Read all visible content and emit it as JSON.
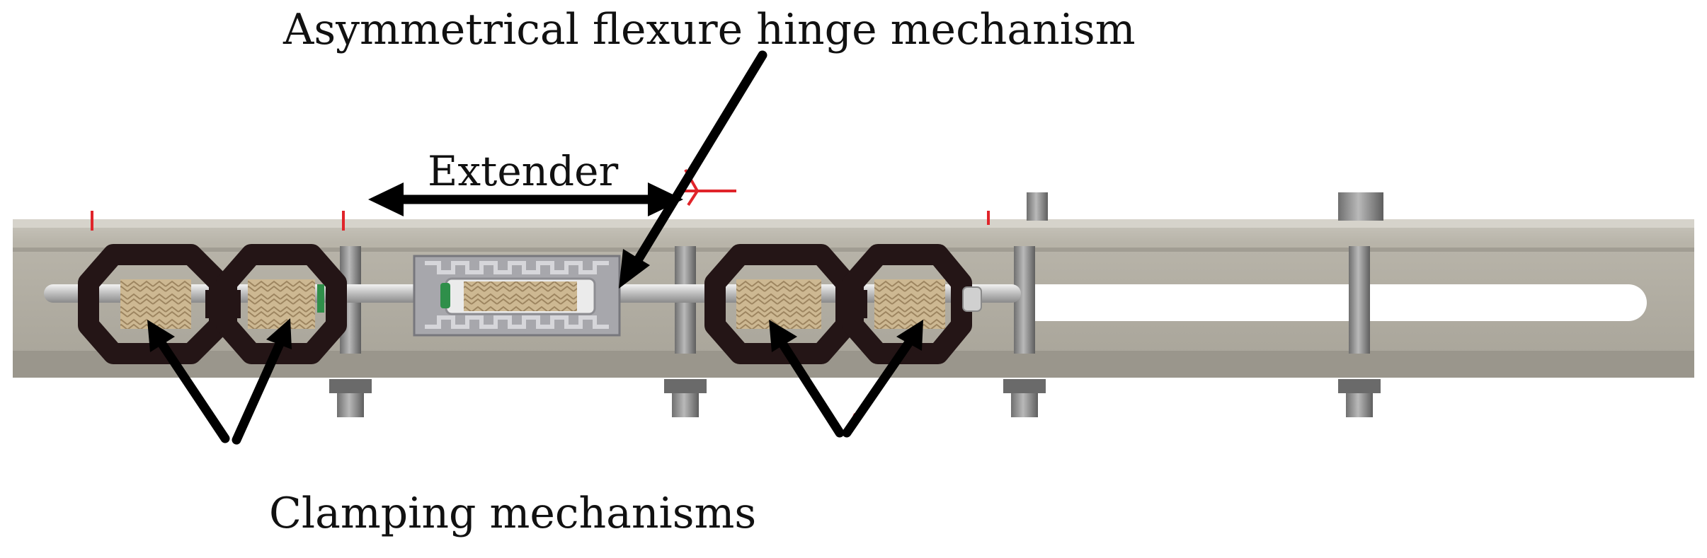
{
  "labels": {
    "hinge": "Asymmetrical flexure hinge mechanism",
    "extender": "Extender",
    "clamping": "Clamping mechanisms"
  },
  "colors": {
    "rail": "#b5b1a6",
    "rail_dark": "#8e8a80",
    "slot": "#ffffff",
    "clamp_frame": "#241516",
    "spring": "#c9b48f",
    "hinge_body": "#a9a9ae",
    "bolt": "#8c8c8c",
    "arrow": "#000000",
    "mark": "#e0242a"
  }
}
